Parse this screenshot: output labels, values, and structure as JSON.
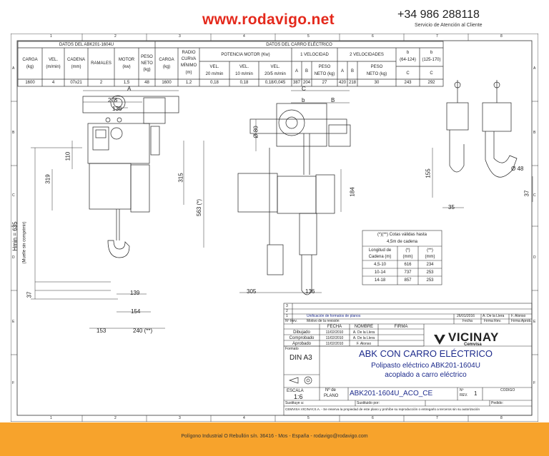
{
  "header": {
    "url": "www.rodavigo.net",
    "phone": "+34 986 288118",
    "service": "Servicio de Atención al Cliente"
  },
  "footer": {
    "address": "Polígono Industrial O Rebullón s/n. 36416 - Mos - España - rodavigo@rodavigo.com"
  },
  "frame": {
    "columns": [
      "1",
      "2",
      "3",
      "4",
      "5",
      "6",
      "7",
      "8"
    ],
    "rows": [
      "A",
      "B",
      "C",
      "D",
      "E",
      "F"
    ]
  },
  "spec_table": {
    "group_left": "DATOS DEL ABK201-1604U",
    "group_right": "DATOS DEL CARRO ELÉCTRICO",
    "headers": {
      "carga": "CARGA",
      "carga_unit": "(kg)",
      "vel": "VEL.",
      "vel_unit": "(m/min)",
      "cadena": "CADENA",
      "cadena_unit": "(mm)",
      "ramales": "RAMALES",
      "motor": "MOTOR",
      "motor_unit": "(kw)",
      "peso": "PESO",
      "peso2": "NETO",
      "peso_unit": "(kg)",
      "carga2": "CARGA",
      "carga2_unit": "(kg)",
      "radio1": "RADIO",
      "radio2": "CURVA",
      "radio3": "MÍNIMO",
      "radio_unit": "(m)",
      "potencia": "POTENCIA MOTOR (Kw)",
      "vel1": "VEL.",
      "vel1b": "20 m/min",
      "vel2": "VEL.",
      "vel2b": "10 m/min",
      "vel3": "VEL.",
      "vel3b": "20/5 m/min",
      "una_vel": "1 VELOCIDAD",
      "dos_vel": "2 VELOCIDADES",
      "a": "A",
      "b": "B",
      "peso_neto": "PESO",
      "peso_neto2": "NETO (kg)",
      "b1": "b",
      "b1r": "(64-124)",
      "b2": "b",
      "b2r": "(125-170)",
      "cc": "C"
    },
    "row": [
      "1600",
      "4",
      "07x21",
      "2",
      "1,5",
      "48",
      "1600",
      "1,2",
      "0,18",
      "0,18",
      "0,18/0,045",
      "387",
      "204",
      "27",
      "420",
      "218",
      "30",
      "243",
      "292"
    ]
  },
  "dims": {
    "A": "A",
    "B": "B",
    "C": "C",
    "b": "b",
    "d275": "275",
    "d136": "136",
    "d110": "110",
    "d319": "319",
    "d315": "315",
    "d563": "563 (*)",
    "hmin1": "Hmin = 635",
    "hmin2": "(Muelle sin comprimir)",
    "d37": "37",
    "d139": "139",
    "d154": "154",
    "d153": "153",
    "d240": "240 (**)",
    "d80": "Ø 80",
    "d184": "184",
    "d305": "305",
    "d136b": "136",
    "d155": "155",
    "d48": "Ø 48",
    "d37b": "37",
    "d35": "35"
  },
  "chain_table": {
    "note1": "(*)(**) Cotas válidas hasta",
    "note2": "4,5m de cadena",
    "h1": "Longitud de",
    "h1b": "Cadena (m)",
    "h2": "(*)",
    "h2b": "(mm)",
    "h3": "(**)",
    "h3b": "(mm)",
    "rows": [
      [
        "4,5-10",
        "616",
        "234"
      ],
      [
        "10-14",
        "737",
        "253"
      ],
      [
        "14-18",
        "857",
        "253"
      ]
    ]
  },
  "title_block": {
    "rev_rows": [
      "3",
      "2"
    ],
    "rev1_no": "1",
    "rev1_text": "Unificación de formatos de planos",
    "rev1_date": "26/01/2016",
    "rev1_by": "A. De la Llera",
    "rev1_appr": "F. Alonso",
    "rev_h_no": "Nº Rev.",
    "rev_h_motivo": "Motivo de la revisión",
    "rev_h_fecha": "Fecha",
    "rev_h_firma": "Firma Rev.",
    "rev_h_aprob": "Firma Aprob.",
    "col_fecha": "FECHA",
    "col_nombre": "NOMBRE",
    "col_firma": "FIRMA",
    "dibujado": "Dibujado",
    "dib_fecha": "11/02/2010",
    "dib_nombre": "A. De la Llera",
    "comprobado": "Comprobado",
    "comp_fecha": "11/02/2010",
    "comp_nombre": "A. De la Llera",
    "aprobado": "Aprobado",
    "apr_fecha": "11/02/2010",
    "apr_nombre": "F. Alonso",
    "formato_label": "Formato",
    "formato": "DIN A3",
    "escala_label": "ESCALA",
    "escala": "1:6",
    "plano_label1": "Nº de",
    "plano_label2": "PLANO",
    "plano": "ABK201-1604U_ACO_CE",
    "rev_label1": "Nº",
    "rev_label2": "REV.",
    "rev": "1",
    "codigo_label": "CODIGO",
    "brand": "VICINAY",
    "brand_sub": "Cemvisa",
    "title": "ABK CON CARRO ELÉCTRICO",
    "subtitle1": "Polipasto eléctrico ABK201-1604U",
    "subtitle2": "acoplado a carro eléctrico",
    "sustituye": "Sustituye a:",
    "sustituido": "Sustituido por:",
    "pedido": "Pedido:",
    "copyright": "CEMVISA VICINAY,S.A. - Se reserva la propiedad de este plano y prohíbe su reproducción o entregarlo a terceros sin su autorización"
  }
}
